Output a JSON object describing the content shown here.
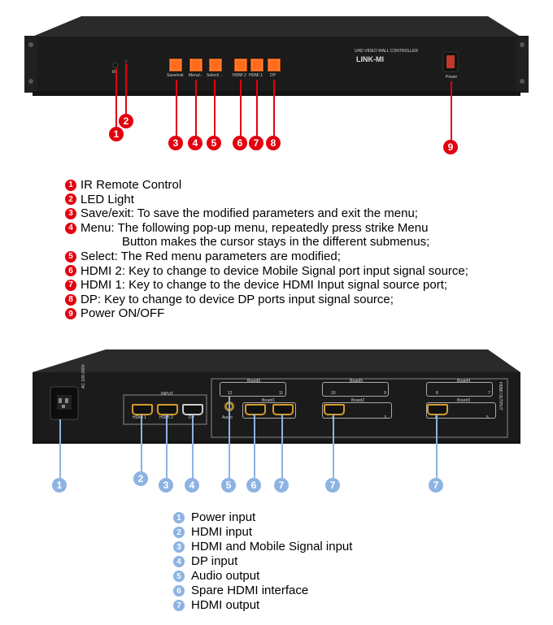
{
  "front_panel": {
    "model_label": "UHD VIDEO WALL CONTROLLER",
    "brand_logo": "LINK-MI",
    "ir_label": "IR",
    "buttons": [
      {
        "label": "Save/exit"
      },
      {
        "label": "Menu/↓"
      },
      {
        "label": "Select/→"
      },
      {
        "label": "HDMI 2"
      },
      {
        "label": "HDMI 1"
      },
      {
        "label": "DP"
      }
    ],
    "power_label": "Power",
    "callouts": [
      "1",
      "2",
      "3",
      "4",
      "5",
      "6",
      "7",
      "8",
      "9"
    ]
  },
  "front_legend": [
    {
      "num": "1",
      "text": "IR Remote Control"
    },
    {
      "num": "2",
      "text": "LED Light"
    },
    {
      "num": "3",
      "text": "Save/exit: To save the modified parameters and exit the menu;"
    },
    {
      "num": "4",
      "text": "Menu: The following pop-up menu, repeatedly press strike Menu",
      "cont": "Button makes the cursor stays in the different submenus;"
    },
    {
      "num": "5",
      "text": "Select: The Red menu parameters are modified;"
    },
    {
      "num": "6",
      "text": "HDMI 2: Key to change to device Mobile Signal port input signal source;"
    },
    {
      "num": "7",
      "text": "HDMI 1: Key to change to the device HDMI Input signal source port;"
    },
    {
      "num": "8",
      "text": "DP: Key to change to device DP ports input signal source;"
    },
    {
      "num": "9",
      "text": "Power ON/OFF"
    }
  ],
  "rear_panel": {
    "ac_label": "AC 100-240V",
    "input_label": "INPUT",
    "input_ports": [
      "HDMI 1",
      "HDMI 2",
      "DP"
    ],
    "audio_label": "Audio",
    "boards": [
      "Board6",
      "Board5",
      "Board4",
      "Board1",
      "Board2",
      "Board3"
    ],
    "output_numbers": [
      "12",
      "11",
      "10",
      "9",
      "8",
      "7",
      "2",
      "1",
      "4",
      "3",
      "6",
      "5"
    ],
    "output_label": "HDMI OUTPUT",
    "callouts": [
      "1",
      "2",
      "3",
      "4",
      "5",
      "6",
      "7",
      "7",
      "7"
    ]
  },
  "rear_legend": [
    {
      "num": "1",
      "text": "Power input"
    },
    {
      "num": "2",
      "text": "HDMI input"
    },
    {
      "num": "3",
      "text": "HDMI and Mobile Signal input"
    },
    {
      "num": "4",
      "text": "DP input"
    },
    {
      "num": "5",
      "text": "Audio output"
    },
    {
      "num": "6",
      "text": "Spare HDMI interface"
    },
    {
      "num": "7",
      "text": "HDMI output"
    }
  ],
  "colors": {
    "accent_red": "#e3000f",
    "accent_blue": "#8db3e2",
    "button_orange": "#ff6b1a",
    "chassis": "#1b1b1b"
  }
}
